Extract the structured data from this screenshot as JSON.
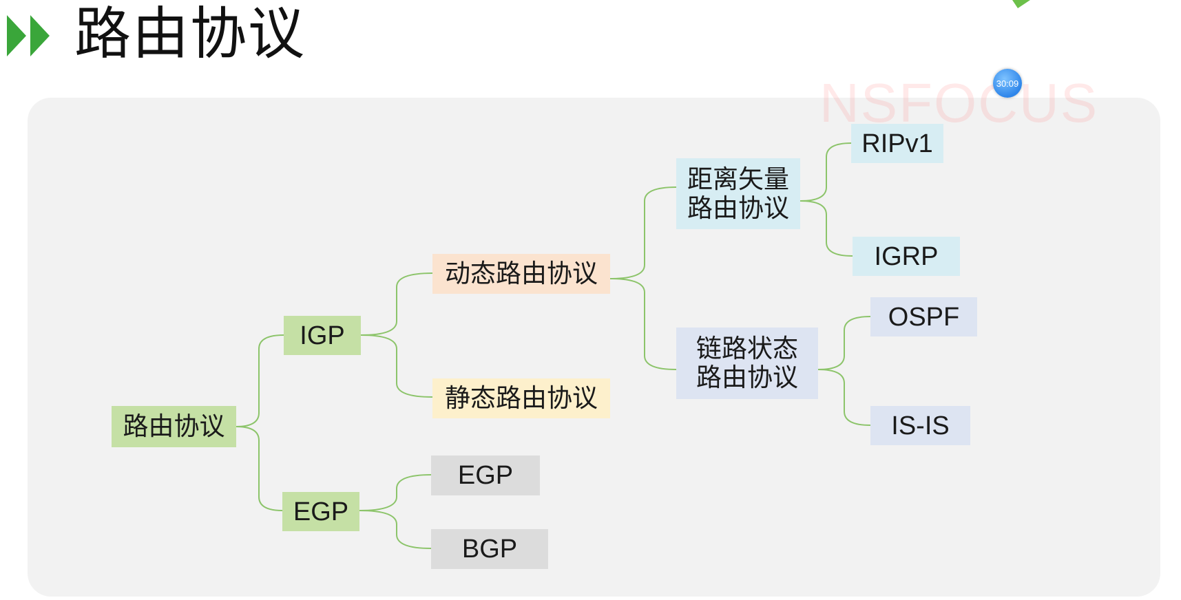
{
  "page": {
    "title": "路由协议"
  },
  "watermark": {
    "text": "NSFOCUS"
  },
  "timer": {
    "text": "30:09"
  },
  "colors": {
    "accent_green": "#3aa63a",
    "node_green": "#c5e0a5",
    "node_orange": "#fbe3cf",
    "node_yellow": "#fdf0cc",
    "node_cyan": "#d7edf3",
    "node_lavender": "#dde4f2",
    "node_gray": "#dcdcdc",
    "connector": "#8cc46a"
  },
  "tree": {
    "root": "路由协议",
    "igp": "IGP",
    "egp": "EGP",
    "dynamic": "动态路由协议",
    "static": "静态路由协议",
    "distance_vector": [
      "距离矢量",
      "路由协议"
    ],
    "link_state": [
      "链路状态",
      "路由协议"
    ],
    "ripv1": "RIPv1",
    "igrp": "IGRP",
    "ospf": "OSPF",
    "isis": "IS-IS",
    "egp_leaf": "EGP",
    "bgp": "BGP"
  }
}
